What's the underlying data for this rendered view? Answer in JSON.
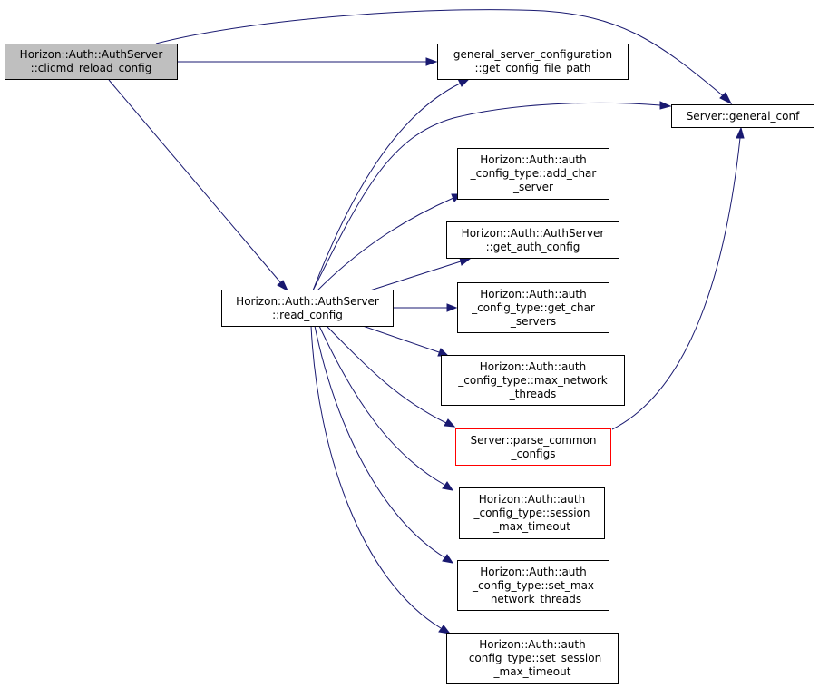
{
  "graph": {
    "colors": {
      "edge": "#191970",
      "root_fill": "#bfbfbf",
      "highlight_border": "#ff0000"
    },
    "nodes": [
      {
        "id": "clicmd_reload_config",
        "lines": [
          "Horizon::Auth::AuthServer",
          "::clicmd_reload_config"
        ]
      },
      {
        "id": "get_config_file_path",
        "lines": [
          "general_server_configuration",
          "::get_config_file_path"
        ]
      },
      {
        "id": "general_conf",
        "lines": [
          "Server::general_conf"
        ]
      },
      {
        "id": "add_char_server",
        "lines": [
          "Horizon::Auth::auth",
          "_config_type::add_char",
          "_server"
        ]
      },
      {
        "id": "get_auth_config",
        "lines": [
          "Horizon::Auth::AuthServer",
          "::get_auth_config"
        ]
      },
      {
        "id": "read_config",
        "lines": [
          "Horizon::Auth::AuthServer",
          "::read_config"
        ]
      },
      {
        "id": "get_char_servers",
        "lines": [
          "Horizon::Auth::auth",
          "_config_type::get_char",
          "_servers"
        ]
      },
      {
        "id": "max_network_threads",
        "lines": [
          "Horizon::Auth::auth",
          "_config_type::max_network",
          "_threads"
        ]
      },
      {
        "id": "parse_common_configs",
        "lines": [
          "Server::parse_common",
          "_configs"
        ]
      },
      {
        "id": "session_max_timeout",
        "lines": [
          "Horizon::Auth::auth",
          "_config_type::session",
          "_max_timeout"
        ]
      },
      {
        "id": "set_max_network_threads",
        "lines": [
          "Horizon::Auth::auth",
          "_config_type::set_max",
          "_network_threads"
        ]
      },
      {
        "id": "set_session_max_timeout",
        "lines": [
          "Horizon::Auth::auth",
          "_config_type::set_session",
          "_max_timeout"
        ]
      }
    ],
    "edges": [
      {
        "from": "clicmd_reload_config",
        "to": "general_conf"
      },
      {
        "from": "clicmd_reload_config",
        "to": "get_config_file_path"
      },
      {
        "from": "clicmd_reload_config",
        "to": "read_config"
      },
      {
        "from": "read_config",
        "to": "get_config_file_path"
      },
      {
        "from": "read_config",
        "to": "general_conf"
      },
      {
        "from": "read_config",
        "to": "add_char_server"
      },
      {
        "from": "read_config",
        "to": "get_auth_config"
      },
      {
        "from": "read_config",
        "to": "get_char_servers"
      },
      {
        "from": "read_config",
        "to": "max_network_threads"
      },
      {
        "from": "read_config",
        "to": "parse_common_configs"
      },
      {
        "from": "read_config",
        "to": "session_max_timeout"
      },
      {
        "from": "read_config",
        "to": "set_max_network_threads"
      },
      {
        "from": "read_config",
        "to": "set_session_max_timeout"
      },
      {
        "from": "parse_common_configs",
        "to": "general_conf"
      }
    ]
  }
}
